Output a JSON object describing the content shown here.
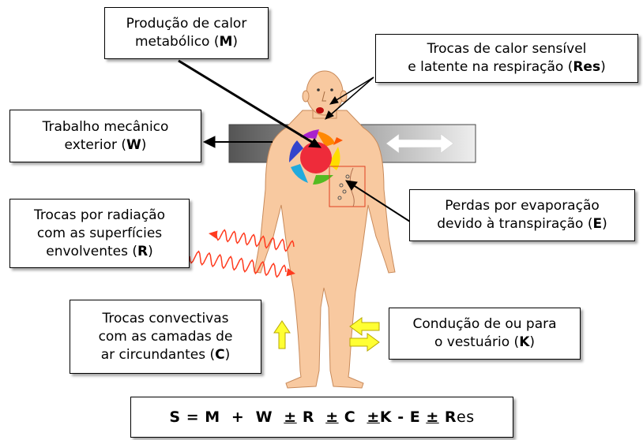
{
  "colors": {
    "skin": "#f8c9a0",
    "skin_outline": "#c88a5a",
    "bar_dark": "#555555",
    "bar_light": "#eeeeee",
    "heart": "#ee2b3a",
    "radiation": "#ff3b1f",
    "convection": "#ffff33",
    "convection_outline": "#b8a800",
    "arrow": "#000000"
  },
  "labels": {
    "metabolic": {
      "line1": "Produção de calor",
      "line2_pre": "metabólico (",
      "line2_key": "M",
      "line2_post": ")"
    },
    "respiration": {
      "line1": "Trocas de calor sensível",
      "line2_pre": "e latente na respiração (",
      "line2_key": "Res",
      "line2_post": ")"
    },
    "work": {
      "line1": "Trabalho mecânico",
      "line2_pre": "exterior (",
      "line2_key": "W",
      "line2_post": ")"
    },
    "evaporation": {
      "line1": "Perdas por evaporação",
      "line2_pre": "devido à transpiração (",
      "line2_key": "E",
      "line2_post": ")"
    },
    "radiation": {
      "line1": "Trocas por radiação",
      "line2": "com as superfícies",
      "line3_pre": "envolventes (",
      "line3_key": "R",
      "line3_post": ")"
    },
    "convection": {
      "line1": "Trocas convectivas",
      "line2": "com as camadas de",
      "line3_pre": "ar circundantes (",
      "line3_key": "C",
      "line3_post": ")"
    },
    "conduction": {
      "line1": "Condução de ou para",
      "line2_pre": "o vestuário (",
      "line2_key": "K",
      "line2_post": ")"
    }
  },
  "equation": {
    "s": "S",
    "eq": "=",
    "m": "M",
    "plus": "+",
    "w": "W",
    "pm": "±",
    "r": "R",
    "c": "C",
    "k": "K",
    "minus": "-",
    "e": "E",
    "res_r": "R",
    "res_rest": "es"
  }
}
